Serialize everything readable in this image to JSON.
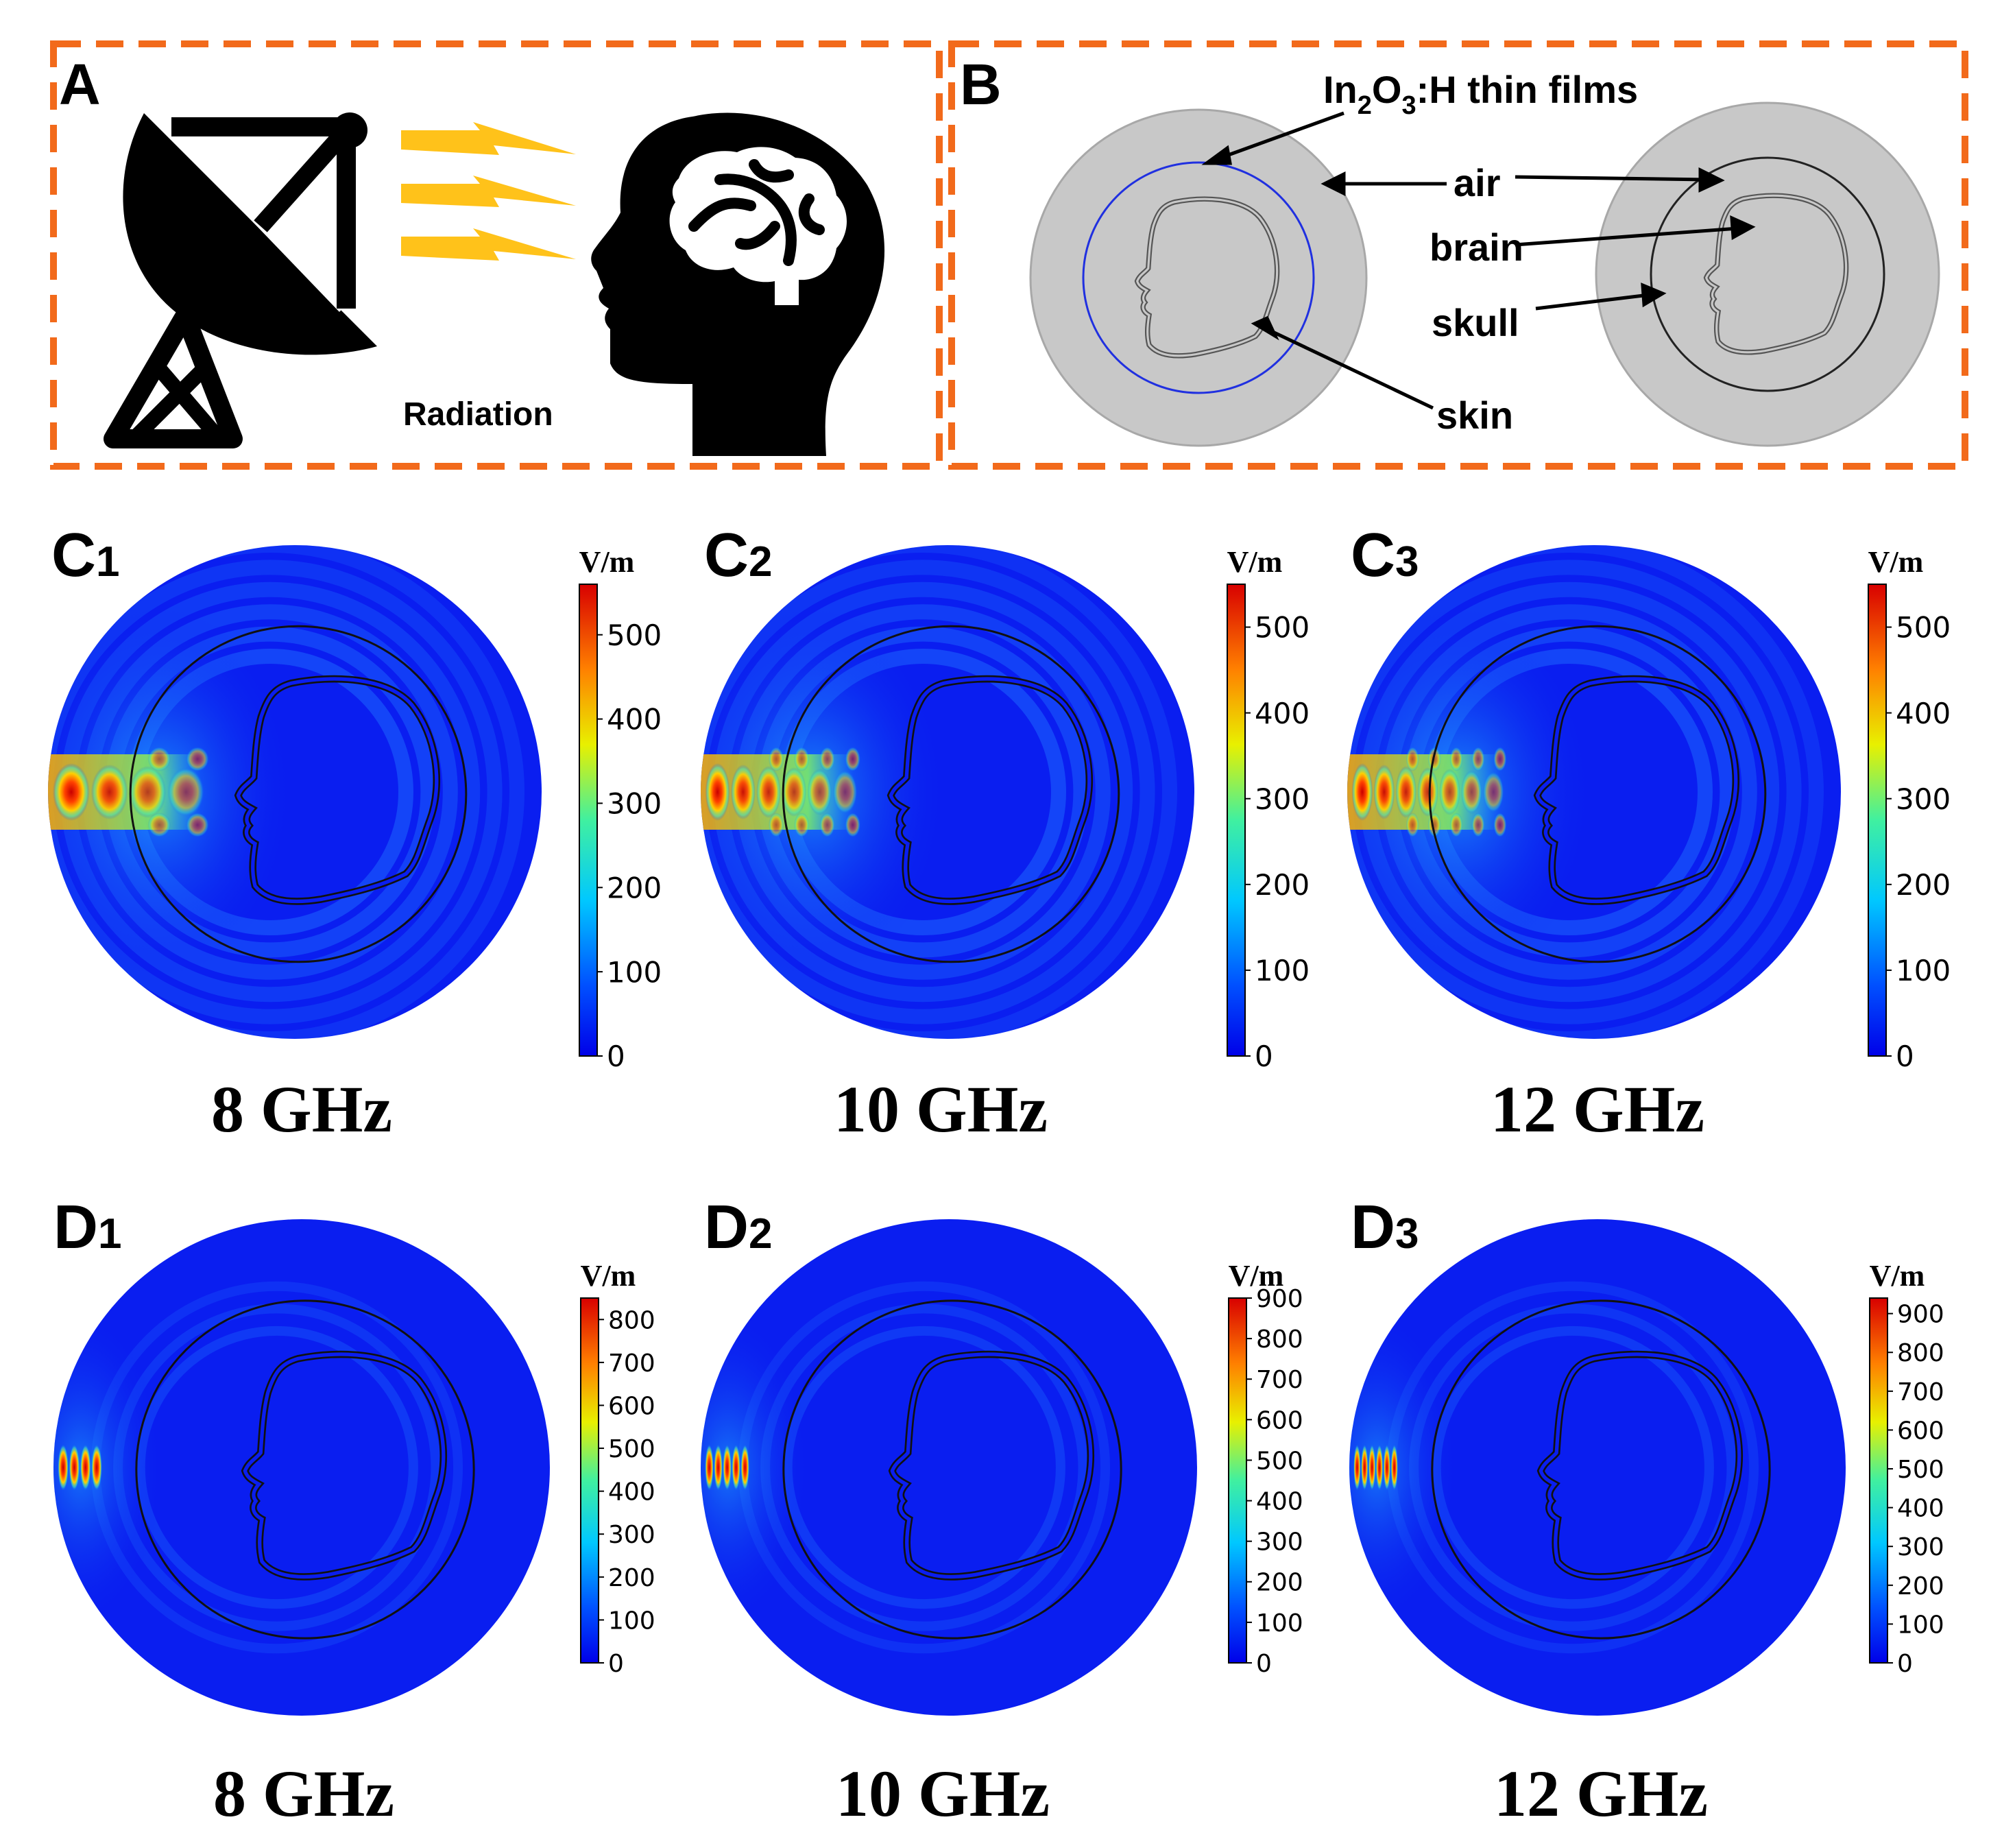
{
  "panels": {
    "A": {
      "label": "A",
      "radiation": "Radiation"
    },
    "B": {
      "label": "B",
      "film_main": "In",
      "film_sub1": "2",
      "film_mid": "O",
      "film_sub2": "3",
      "film_end": ":H thin films",
      "air": "air",
      "brain": "brain",
      "skull": "skull",
      "skin": "skin"
    },
    "C": [
      {
        "letter": "C",
        "index": "1",
        "frequency": "8 GHz"
      },
      {
        "letter": "C",
        "index": "2",
        "frequency": "10 GHz"
      },
      {
        "letter": "C",
        "index": "3",
        "frequency": "12 GHz"
      }
    ],
    "D": [
      {
        "letter": "D",
        "index": "1",
        "frequency": "8 GHz"
      },
      {
        "letter": "D",
        "index": "2",
        "frequency": "10 GHz"
      },
      {
        "letter": "D",
        "index": "3",
        "frequency": "12 GHz"
      }
    ]
  },
  "colorbar_unit": "V/m",
  "colorbars": {
    "C1": [
      0,
      100,
      200,
      300,
      400,
      500
    ],
    "C2": [
      0,
      100,
      200,
      300,
      400,
      500
    ],
    "C3": [
      0,
      100,
      200,
      300,
      400,
      500
    ],
    "D1": [
      0,
      100,
      200,
      300,
      400,
      500,
      600,
      700,
      800
    ],
    "D2": [
      0,
      100,
      200,
      300,
      400,
      500,
      600,
      700,
      800,
      900
    ],
    "D3": [
      0,
      100,
      200,
      300,
      400,
      500,
      600,
      700,
      800,
      900
    ]
  },
  "colorbar_max": {
    "C1": 560,
    "C2": 550,
    "C3": 550,
    "D1": 850,
    "D2": 900,
    "D3": 940
  },
  "colors": {
    "frame_orange": "#F26A1B",
    "bolt_yellow": "#FFC21A",
    "domain_gray": "#C8C8C8",
    "film_blue": "#2030E0",
    "field_blue": "#0A1EF0"
  },
  "icons": [
    "satellite-dish-icon",
    "lightning-bolt-icon",
    "head-brain-icon"
  ]
}
